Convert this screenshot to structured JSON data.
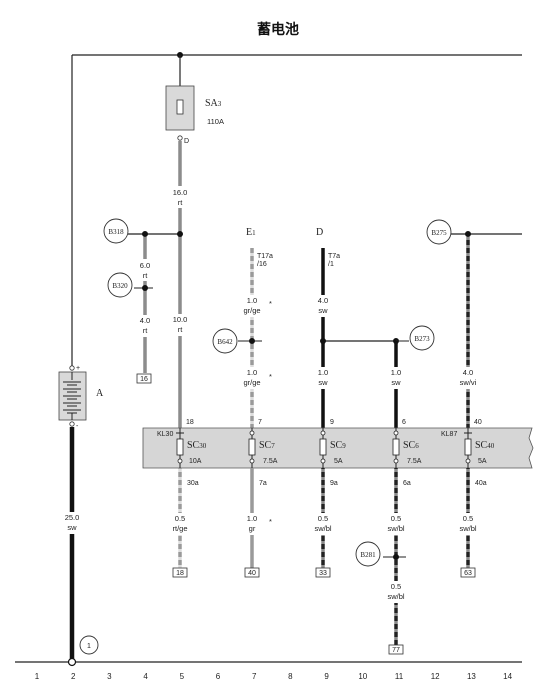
{
  "title": "蓄电池",
  "battery_label": "A",
  "plus_sign": "+",
  "minus_sign": "-",
  "top_fuse": {
    "label": "SA",
    "sub": "3",
    "rating": "110A",
    "pin": "D"
  },
  "top_wire": {
    "gauge": "16.0",
    "color": "rt"
  },
  "connectors": {
    "B318": "B318",
    "B320": "B320",
    "B642": "B642",
    "B273": "B273",
    "B275": "B275",
    "B281": "B281"
  },
  "ground_mark": "1",
  "e1_label": {
    "main": "E",
    "sub": "1"
  },
  "d_label": "D",
  "t17a": {
    "l1": "T17a",
    "l2": "/16"
  },
  "t7a": {
    "l1": "T7a",
    "l2": "/1"
  },
  "wires": {
    "w318": {
      "gauge": "6.0",
      "color": "rt"
    },
    "w320": {
      "gauge": "4.0",
      "color": "rt"
    },
    "w5": {
      "gauge": "10.0",
      "color": "rt"
    },
    "w7a": {
      "gauge": "1.0",
      "color": "gr/ge"
    },
    "w7b": {
      "gauge": "1.0",
      "color": "gr/ge"
    },
    "w9a": {
      "gauge": "4.0",
      "color": "sw"
    },
    "w9b": {
      "gauge": "1.0",
      "color": "sw"
    },
    "w11": {
      "gauge": "1.0",
      "color": "sw"
    },
    "w13": {
      "gauge": "4.0",
      "color": "sw/vi"
    },
    "batt": {
      "gauge": "25.0",
      "color": "sw"
    },
    "o5": {
      "gauge": "0.5",
      "color": "rt/ge"
    },
    "o7": {
      "gauge": "1.0",
      "color": "gr"
    },
    "o9": {
      "gauge": "0.5",
      "color": "sw/bl"
    },
    "o11": {
      "gauge": "0.5",
      "color": "sw/bl"
    },
    "o11b": {
      "gauge": "0.5",
      "color": "sw/bl"
    },
    "o13": {
      "gauge": "0.5",
      "color": "sw/bl"
    }
  },
  "star": "*",
  "fuse_box": {
    "fuses": [
      {
        "top_pin": "18",
        "name": "SC",
        "sub": "30",
        "rating": "10A",
        "bottom_pin": "30a",
        "terminal": "KL30"
      },
      {
        "top_pin": "7",
        "name": "SC",
        "sub": "7",
        "rating": "7.5A",
        "bottom_pin": "7a",
        "terminal": ""
      },
      {
        "top_pin": "9",
        "name": "SC",
        "sub": "9",
        "rating": "5A",
        "bottom_pin": "9a",
        "terminal": ""
      },
      {
        "top_pin": "6",
        "name": "SC",
        "sub": "6",
        "rating": "7.5A",
        "bottom_pin": "6a",
        "terminal": ""
      },
      {
        "top_pin": "40",
        "name": "SC",
        "sub": "40",
        "rating": "5A",
        "bottom_pin": "40a",
        "terminal": "KL87"
      }
    ]
  },
  "refs": {
    "r16": "16",
    "r18": "18",
    "r40": "40",
    "r33": "33",
    "r63": "63",
    "r77": "77"
  },
  "axis": [
    "1",
    "2",
    "3",
    "4",
    "5",
    "6",
    "7",
    "8",
    "9",
    "10",
    "11",
    "12",
    "13",
    "14"
  ]
}
